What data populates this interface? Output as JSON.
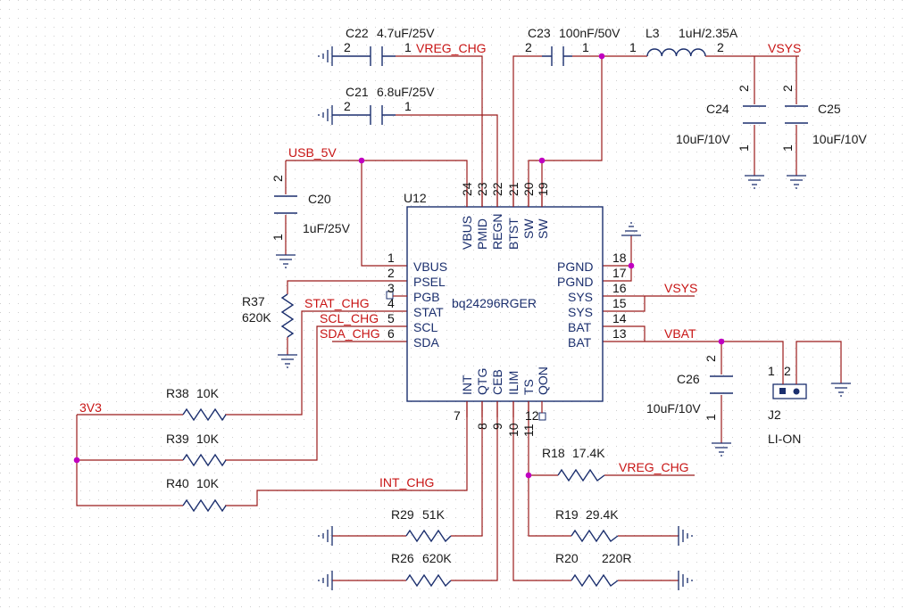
{
  "colors": {
    "wire": "#9b1b1b",
    "component": "#1b2f6e",
    "net_label": "#c81414",
    "junction": "#c000c0",
    "grid": "#c8c8c8"
  },
  "ic": {
    "ref": "U12",
    "part": "bq24296RGER",
    "pins_left": [
      {
        "num": "1",
        "name": "VBUS"
      },
      {
        "num": "2",
        "name": "PSEL"
      },
      {
        "num": "3",
        "name": "PGB"
      },
      {
        "num": "4",
        "name": "STAT"
      },
      {
        "num": "5",
        "name": "SCL"
      },
      {
        "num": "6",
        "name": "SDA"
      }
    ],
    "pins_right": [
      {
        "num": "18",
        "name": "PGND"
      },
      {
        "num": "17",
        "name": "PGND"
      },
      {
        "num": "16",
        "name": "SYS"
      },
      {
        "num": "15",
        "name": "SYS"
      },
      {
        "num": "14",
        "name": "BAT"
      },
      {
        "num": "13",
        "name": "BAT"
      }
    ],
    "pins_top": [
      {
        "num": "24",
        "name": "VBUS"
      },
      {
        "num": "23",
        "name": "PMID"
      },
      {
        "num": "22",
        "name": "REGN"
      },
      {
        "num": "21",
        "name": "BTST"
      },
      {
        "num": "20",
        "name": "SW"
      },
      {
        "num": "19",
        "name": "SW"
      }
    ],
    "pins_bottom": [
      {
        "num": "7",
        "name": "INT"
      },
      {
        "num": "8",
        "name": "QTG"
      },
      {
        "num": "9",
        "name": "CEB"
      },
      {
        "num": "10",
        "name": "ILIM"
      },
      {
        "num": "11",
        "name": "TS"
      },
      {
        "num": "12",
        "name": "QON"
      }
    ]
  },
  "capacitors": {
    "c22": {
      "ref": "C22",
      "value": "4.7uF/25V",
      "pin_a": "2",
      "pin_b": "1"
    },
    "c21": {
      "ref": "C21",
      "value": "6.8uF/25V",
      "pin_a": "2",
      "pin_b": "1"
    },
    "c23": {
      "ref": "C23",
      "value": "100nF/50V",
      "pin_a": "2",
      "pin_b": "1"
    },
    "c20": {
      "ref": "C20",
      "value": "1uF/25V",
      "pin_a": "2",
      "pin_b": "1"
    },
    "c24": {
      "ref": "C24",
      "value": "10uF/10V",
      "pin_a": "2",
      "pin_b": "1"
    },
    "c25": {
      "ref": "C25",
      "value": "10uF/10V",
      "pin_a": "2",
      "pin_b": "1"
    },
    "c26": {
      "ref": "C26",
      "value": "10uF/10V",
      "pin_a": "2",
      "pin_b": "1"
    }
  },
  "inductor": {
    "ref": "L3",
    "value": "1uH/2.35A",
    "pin_a": "1",
    "pin_b": "2"
  },
  "resistors": {
    "r37": {
      "ref": "R37",
      "value": "620K"
    },
    "r38": {
      "ref": "R38",
      "value": "10K"
    },
    "r39": {
      "ref": "R39",
      "value": "10K"
    },
    "r40": {
      "ref": "R40",
      "value": "10K"
    },
    "r29": {
      "ref": "R29",
      "value": "51K"
    },
    "r26": {
      "ref": "R26",
      "value": "620K"
    },
    "r18": {
      "ref": "R18",
      "value": "17.4K"
    },
    "r19": {
      "ref": "R19",
      "value": "29.4K"
    },
    "r20": {
      "ref": "R20",
      "value": "220R"
    }
  },
  "connector": {
    "ref": "J2",
    "value": "LI-ON",
    "pin_a": "1",
    "pin_b": "2"
  },
  "nets": {
    "vreg_chg_top": "VREG_CHG",
    "vsys_top": "VSYS",
    "usb_5v": "USB_5V",
    "stat_chg": "STAT_CHG",
    "scl_chg": "SCL_CHG",
    "sda_chg": "SDA_CHG",
    "vsys_right": "VSYS",
    "vbat": "VBAT",
    "v3v3": "3V3",
    "int_chg": "INT_CHG",
    "vreg_chg_bottom": "VREG_CHG"
  }
}
